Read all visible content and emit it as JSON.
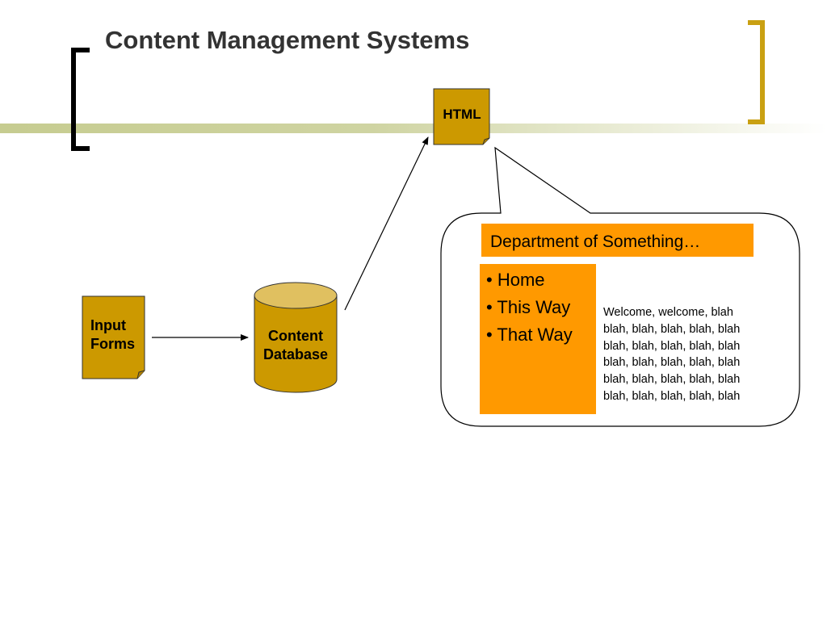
{
  "slide": {
    "title": "Content Management Systems"
  },
  "colors": {
    "accent_gold": "#C9A012",
    "shape_fill": "#CC9900",
    "shape_fill_light": "#E0C060",
    "olive_bar": "#C6CC90",
    "orange": "#FF9900",
    "bracket_dark": "#000000"
  },
  "diagram": {
    "input_forms": {
      "lines": [
        "Input",
        "Forms"
      ],
      "icon": "document-icon"
    },
    "content_database": {
      "lines": [
        "Content",
        "Database"
      ],
      "icon": "database-cylinder-icon"
    },
    "html_doc": {
      "label": "HTML",
      "icon": "document-icon"
    },
    "callout": {
      "header": "Department of Something…",
      "nav_items": [
        "• Home",
        "• This Way",
        "• That Way"
      ],
      "body_lines": [
        "Welcome, welcome, blah",
        "blah, blah, blah, blah, blah",
        "blah, blah, blah, blah, blah",
        "blah, blah, blah, blah, blah",
        "blah, blah, blah, blah, blah",
        "blah, blah, blah, blah, blah"
      ]
    }
  }
}
